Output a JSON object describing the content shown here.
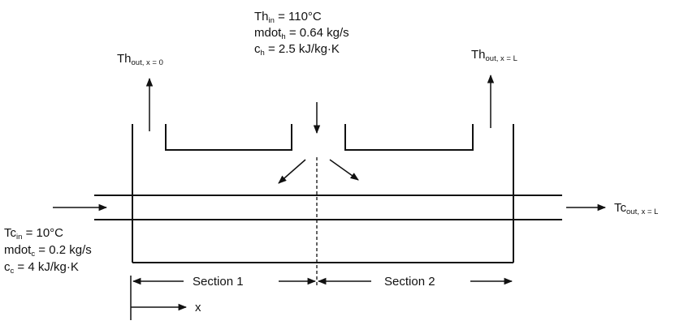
{
  "hot_inlet": {
    "temp": {
      "main": "Th",
      "sub": "in",
      "rest": " = 110°C"
    },
    "flow": {
      "main": "mdot",
      "sub": "h",
      "rest": " = 0.64 kg/s"
    },
    "cp": {
      "main": "c",
      "sub": "h",
      "rest": " = 2.5 kJ/kg·K"
    }
  },
  "hot_outlet_left": {
    "main": "Th",
    "sub": "out, x = 0"
  },
  "hot_outlet_right": {
    "main": "Th",
    "sub": "out, x = L"
  },
  "cold_inlet": {
    "temp": {
      "main": "Tc",
      "sub": "in",
      "rest": " = 10°C"
    },
    "flow": {
      "main": "mdot",
      "sub": "c",
      "rest": " = 0.2 kg/s"
    },
    "cp": {
      "main": "c",
      "sub": "c",
      "rest": " = 4 kJ/kg·K"
    }
  },
  "cold_outlet": {
    "main": "Tc",
    "sub": "out, x = L"
  },
  "sections": {
    "s1": "Section 1",
    "s2": "Section 2"
  },
  "axis_label": "x",
  "colors": {
    "line": "#111111"
  }
}
